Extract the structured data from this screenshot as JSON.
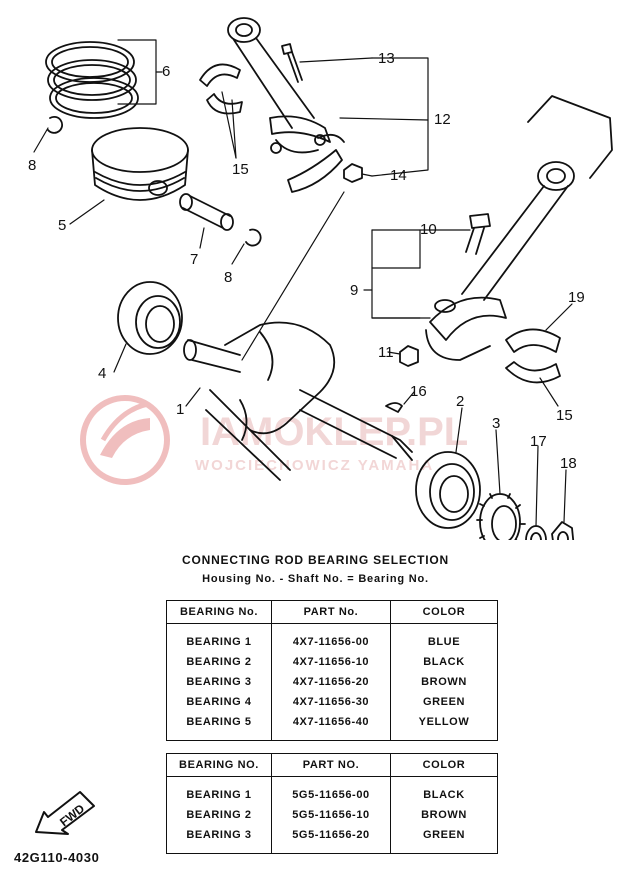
{
  "callouts": [
    "1",
    "2",
    "3",
    "4",
    "5",
    "6",
    "7",
    "8",
    "8",
    "9",
    "10",
    "11",
    "12",
    "13",
    "14",
    "15",
    "15",
    "16",
    "17",
    "18",
    "19"
  ],
  "watermark": {
    "brand": "IAMOKLEP.PL",
    "tagline": "WOJCIECHOWICZ YAMAHA",
    "color": "#e9a9a9"
  },
  "selection": {
    "title": "CONNECTING ROD BEARING SELECTION",
    "formula": "Housing No. - Shaft No. = Bearing No."
  },
  "table1": {
    "headers": [
      "BEARING No.",
      "PART No.",
      "COLOR"
    ],
    "rows": [
      [
        "BEARING 1",
        "4X7-11656-00",
        "BLUE"
      ],
      [
        "BEARING 2",
        "4X7-11656-10",
        "BLACK"
      ],
      [
        "BEARING 3",
        "4X7-11656-20",
        "BROWN"
      ],
      [
        "BEARING 4",
        "4X7-11656-30",
        "GREEN"
      ],
      [
        "BEARING 5",
        "4X7-11656-40",
        "YELLOW"
      ]
    ]
  },
  "table2": {
    "headers": [
      "BEARING NO.",
      "PART NO.",
      "COLOR"
    ],
    "rows": [
      [
        "BEARING 1",
        "5G5-11656-00",
        "BLACK"
      ],
      [
        "BEARING 2",
        "5G5-11656-10",
        "BROWN"
      ],
      [
        "BEARING 3",
        "5G5-11656-20",
        "GREEN"
      ]
    ]
  },
  "fwd_label": "FWD",
  "diagram_code": "42G110-4030"
}
